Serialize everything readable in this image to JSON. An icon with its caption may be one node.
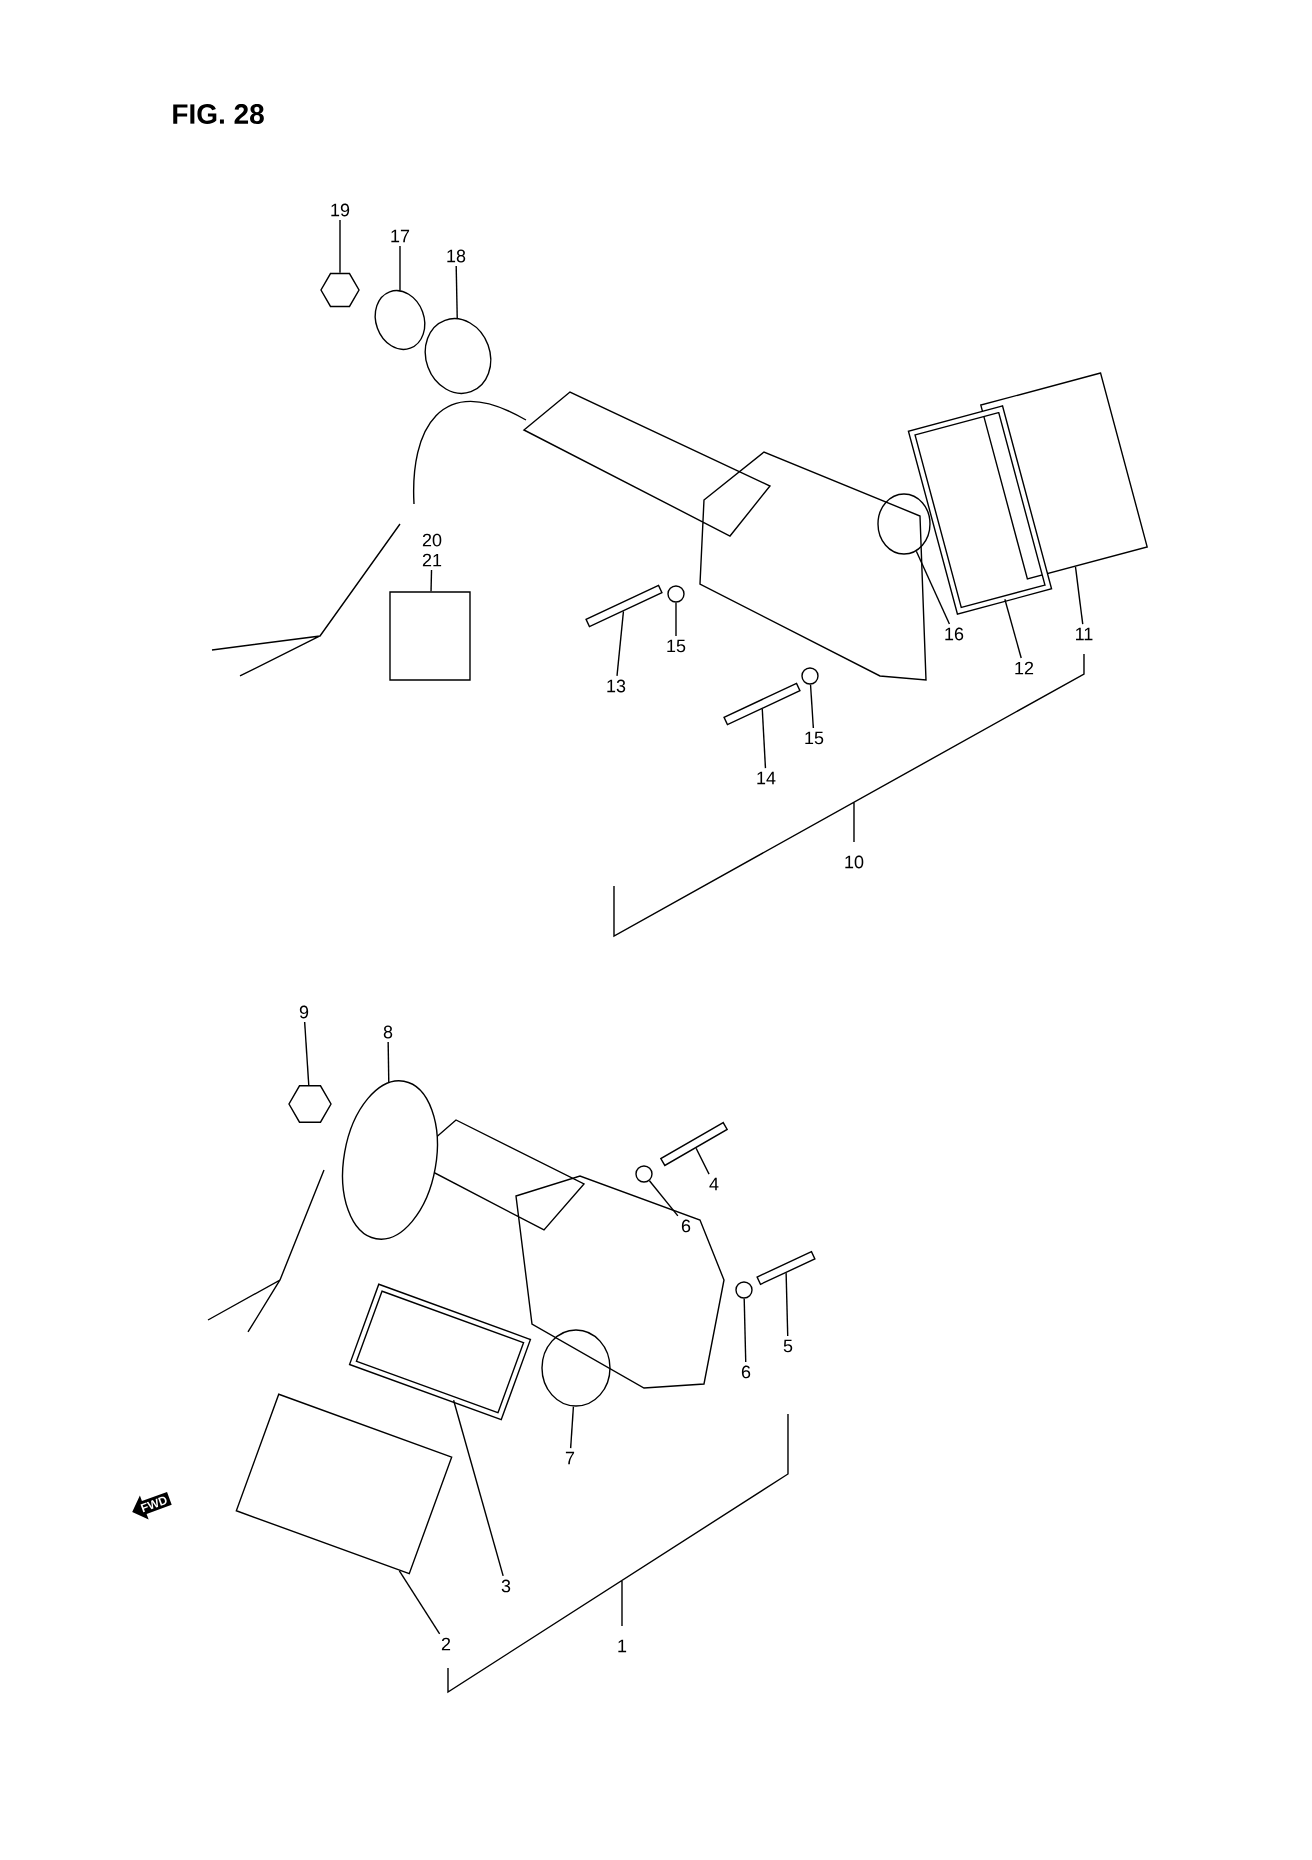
{
  "diagram": {
    "title": "FIG. 28",
    "nodes": [
      {
        "text": [
          "19"
        ]
      },
      {
        "text": [
          "17"
        ]
      },
      {
        "text": [
          "18"
        ]
      },
      {
        "text": [
          "20",
          "21"
        ]
      },
      {
        "text": [
          "15"
        ]
      },
      {
        "text": [
          "13"
        ]
      },
      {
        "text": [
          "16"
        ]
      },
      {
        "text": [
          "11"
        ]
      },
      {
        "text": [
          "12"
        ]
      },
      {
        "text": [
          "15"
        ]
      },
      {
        "text": [
          "14"
        ]
      },
      {
        "text": [
          "9"
        ]
      },
      {
        "text": [
          "8"
        ]
      },
      {
        "text": [
          "4"
        ]
      },
      {
        "text": [
          "6"
        ]
      },
      {
        "text": [
          "5"
        ]
      },
      {
        "text": [
          "6"
        ]
      },
      {
        "text": [
          "7"
        ]
      },
      {
        "text": [
          "3"
        ]
      },
      {
        "text": [
          "2"
        ]
      },
      {
        "text": [],
        "shape": "picture"
      },
      {
        "text": [],
        "shape": "circle"
      },
      {
        "text": [],
        "shape": "circle"
      },
      {
        "text": [],
        "shape": "box"
      },
      {
        "text": [],
        "shape": "circle"
      },
      {
        "text": [],
        "shape": "bar"
      },
      {
        "text": [],
        "shape": "circle"
      },
      {
        "text": [],
        "shape": "box"
      },
      {
        "text": [],
        "shape": "box"
      },
      {
        "text": [],
        "shape": "circle"
      },
      {
        "text": [],
        "shape": "bar"
      },
      {
        "text": [],
        "shape": "picture"
      },
      {
        "text": [],
        "shape": "circle"
      },
      {
        "text": [],
        "shape": "bar"
      },
      {
        "text": [],
        "shape": "circle"
      },
      {
        "text": [],
        "shape": "bar"
      },
      {
        "text": [],
        "shape": "circle"
      },
      {
        "text": [],
        "shape": "circle"
      },
      {
        "text": [],
        "shape": "box"
      },
      {
        "text": [],
        "shape": "box"
      }
    ],
    "edges": [
      {
        "from": 0,
        "to": 20,
        "arrow": "none"
      },
      {
        "from": 1,
        "to": 21,
        "arrow": "none"
      },
      {
        "from": 2,
        "to": 22,
        "arrow": "none"
      },
      {
        "from": 3,
        "to": 23,
        "arrow": "none"
      },
      {
        "from": 4,
        "to": 24,
        "arrow": "none"
      },
      {
        "from": 5,
        "to": 25,
        "arrow": "none"
      },
      {
        "from": 6,
        "to": 26,
        "arrow": "none"
      },
      {
        "from": 7,
        "to": 27,
        "arrow": "none"
      },
      {
        "from": 8,
        "to": 28,
        "arrow": "none"
      },
      {
        "from": 9,
        "to": 29,
        "arrow": "none"
      },
      {
        "from": 10,
        "to": 30,
        "arrow": "none"
      },
      {
        "from": 11,
        "to": 31,
        "arrow": "none"
      },
      {
        "from": 12,
        "to": 32,
        "arrow": "none"
      },
      {
        "from": 13,
        "to": 33,
        "arrow": "none"
      },
      {
        "from": 14,
        "to": 34,
        "arrow": "none"
      },
      {
        "from": 15,
        "to": 35,
        "arrow": "none"
      },
      {
        "from": 16,
        "to": 36,
        "arrow": "none"
      },
      {
        "from": 17,
        "to": 37,
        "arrow": "none"
      },
      {
        "from": 18,
        "to": 38,
        "arrow": "none"
      },
      {
        "from": 19,
        "to": 39,
        "arrow": "none"
      }
    ],
    "labels": [
      "10",
      "FWD",
      "1"
    ]
  }
}
